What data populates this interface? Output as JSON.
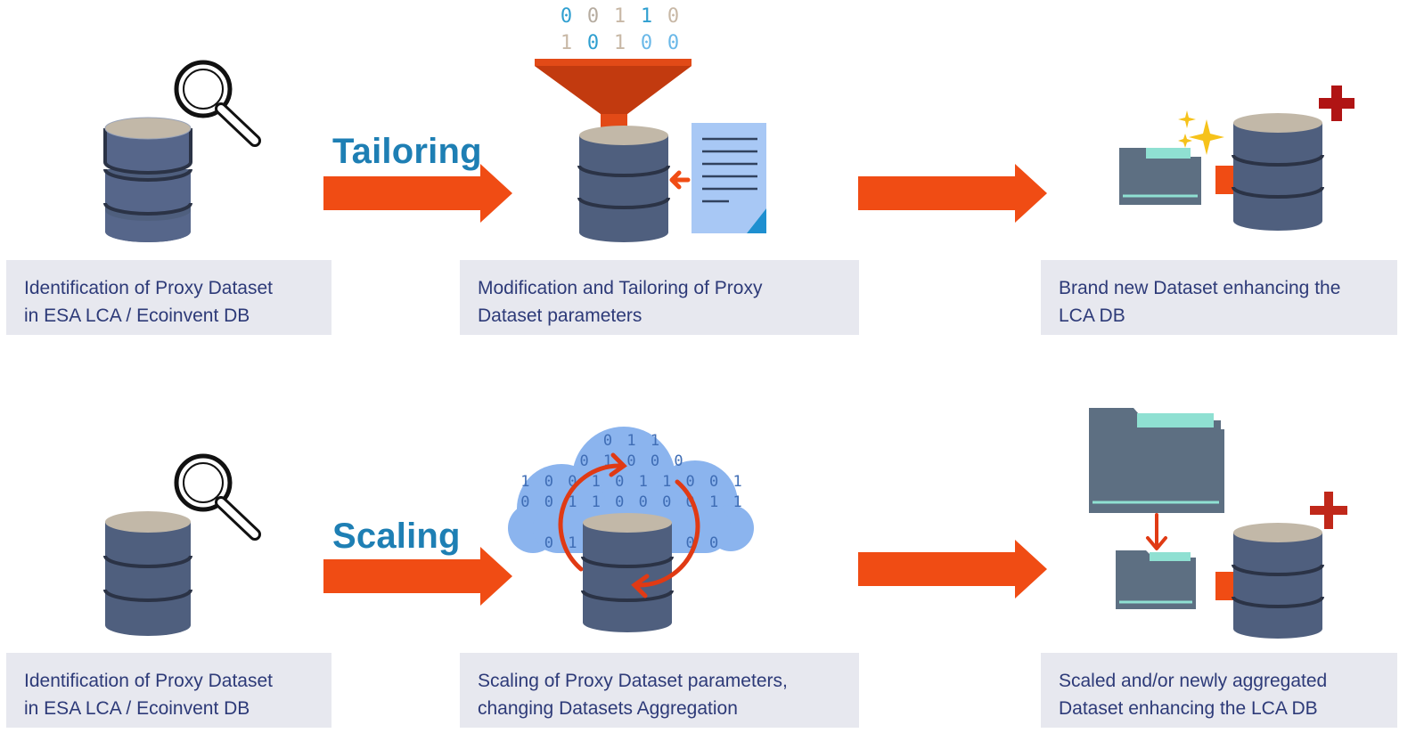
{
  "rows": [
    {
      "step_label": "Tailoring",
      "captions": {
        "identify": [
          "Identification of Proxy Dataset",
          "in ESA LCA / Ecoinvent DB"
        ],
        "process": [
          "Modification and Tailoring of Proxy",
          "Dataset parameters"
        ],
        "result": [
          "Brand new Dataset enhancing the",
          "LCA DB"
        ]
      }
    },
    {
      "step_label": "Scaling",
      "captions": {
        "identify": [
          "Identification of Proxy Dataset",
          "in ESA LCA / Ecoinvent DB"
        ],
        "process": [
          "Scaling of Proxy Dataset parameters,",
          "changing Datasets Aggregation"
        ],
        "result": [
          "Scaled and/or newly aggregated",
          "Dataset  enhancing the LCA DB"
        ]
      }
    }
  ],
  "binary_funnel": {
    "row1": [
      "0",
      "0",
      "1",
      "1",
      "0"
    ],
    "row2": [
      "1",
      "0",
      "1",
      "0",
      "0"
    ]
  },
  "binary_cloud": [
    "0 1 1",
    "0 1 0 0 0",
    "1 0 0 1 0 1 1 0 0 1",
    "0 0 1 1 0 0 0 0 1 1 0",
    "0 1 1 1 0 1 0 0"
  ],
  "colors": {
    "arrow": "#f04c14",
    "database": "#4f5f7e",
    "database_top": "#c2b8a8",
    "label": "#1e7fb4",
    "caption_bg": "#e7e8ef",
    "caption_text": "#2d3a78",
    "plus": "#b01414",
    "folder": "#5d6f82",
    "folder_tab": "#8fe0d2",
    "cloud": "#8bb4ee",
    "document": "#a8c8f5"
  }
}
